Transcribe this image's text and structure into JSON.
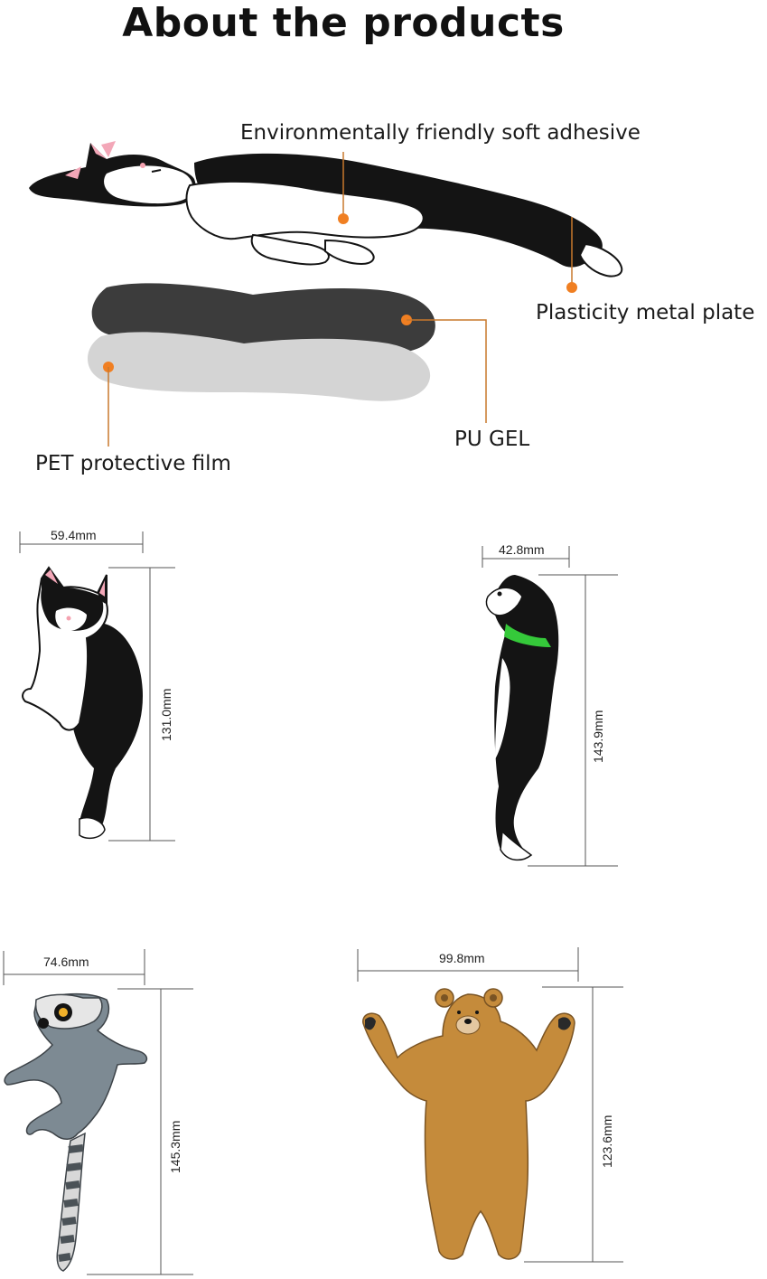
{
  "heading": "About the products",
  "layers": {
    "adhesive": "Environmentally friendly soft adhesive",
    "metal_plate": "Plasticity metal plate",
    "gel": "PU GEL",
    "film": "PET protective film"
  },
  "products": {
    "cat": {
      "width": "59.4mm",
      "height": "131.0mm"
    },
    "dog": {
      "width": "42.8mm",
      "height": "143.9mm"
    },
    "lemur": {
      "width": "74.6mm",
      "height": "145.3mm"
    },
    "bear": {
      "width": "99.8mm",
      "height": "123.6mm"
    }
  },
  "colors": {
    "callout_dot": "#f07f22",
    "callout_line": "#c8782c",
    "cat_black": "#141414",
    "gel_gray": "#3c3c3c",
    "film_gray": "#d4d4d4",
    "lemur_gray": "#7d8a93",
    "bear_brown": "#c58b3b",
    "collar_green": "#35c93a"
  }
}
